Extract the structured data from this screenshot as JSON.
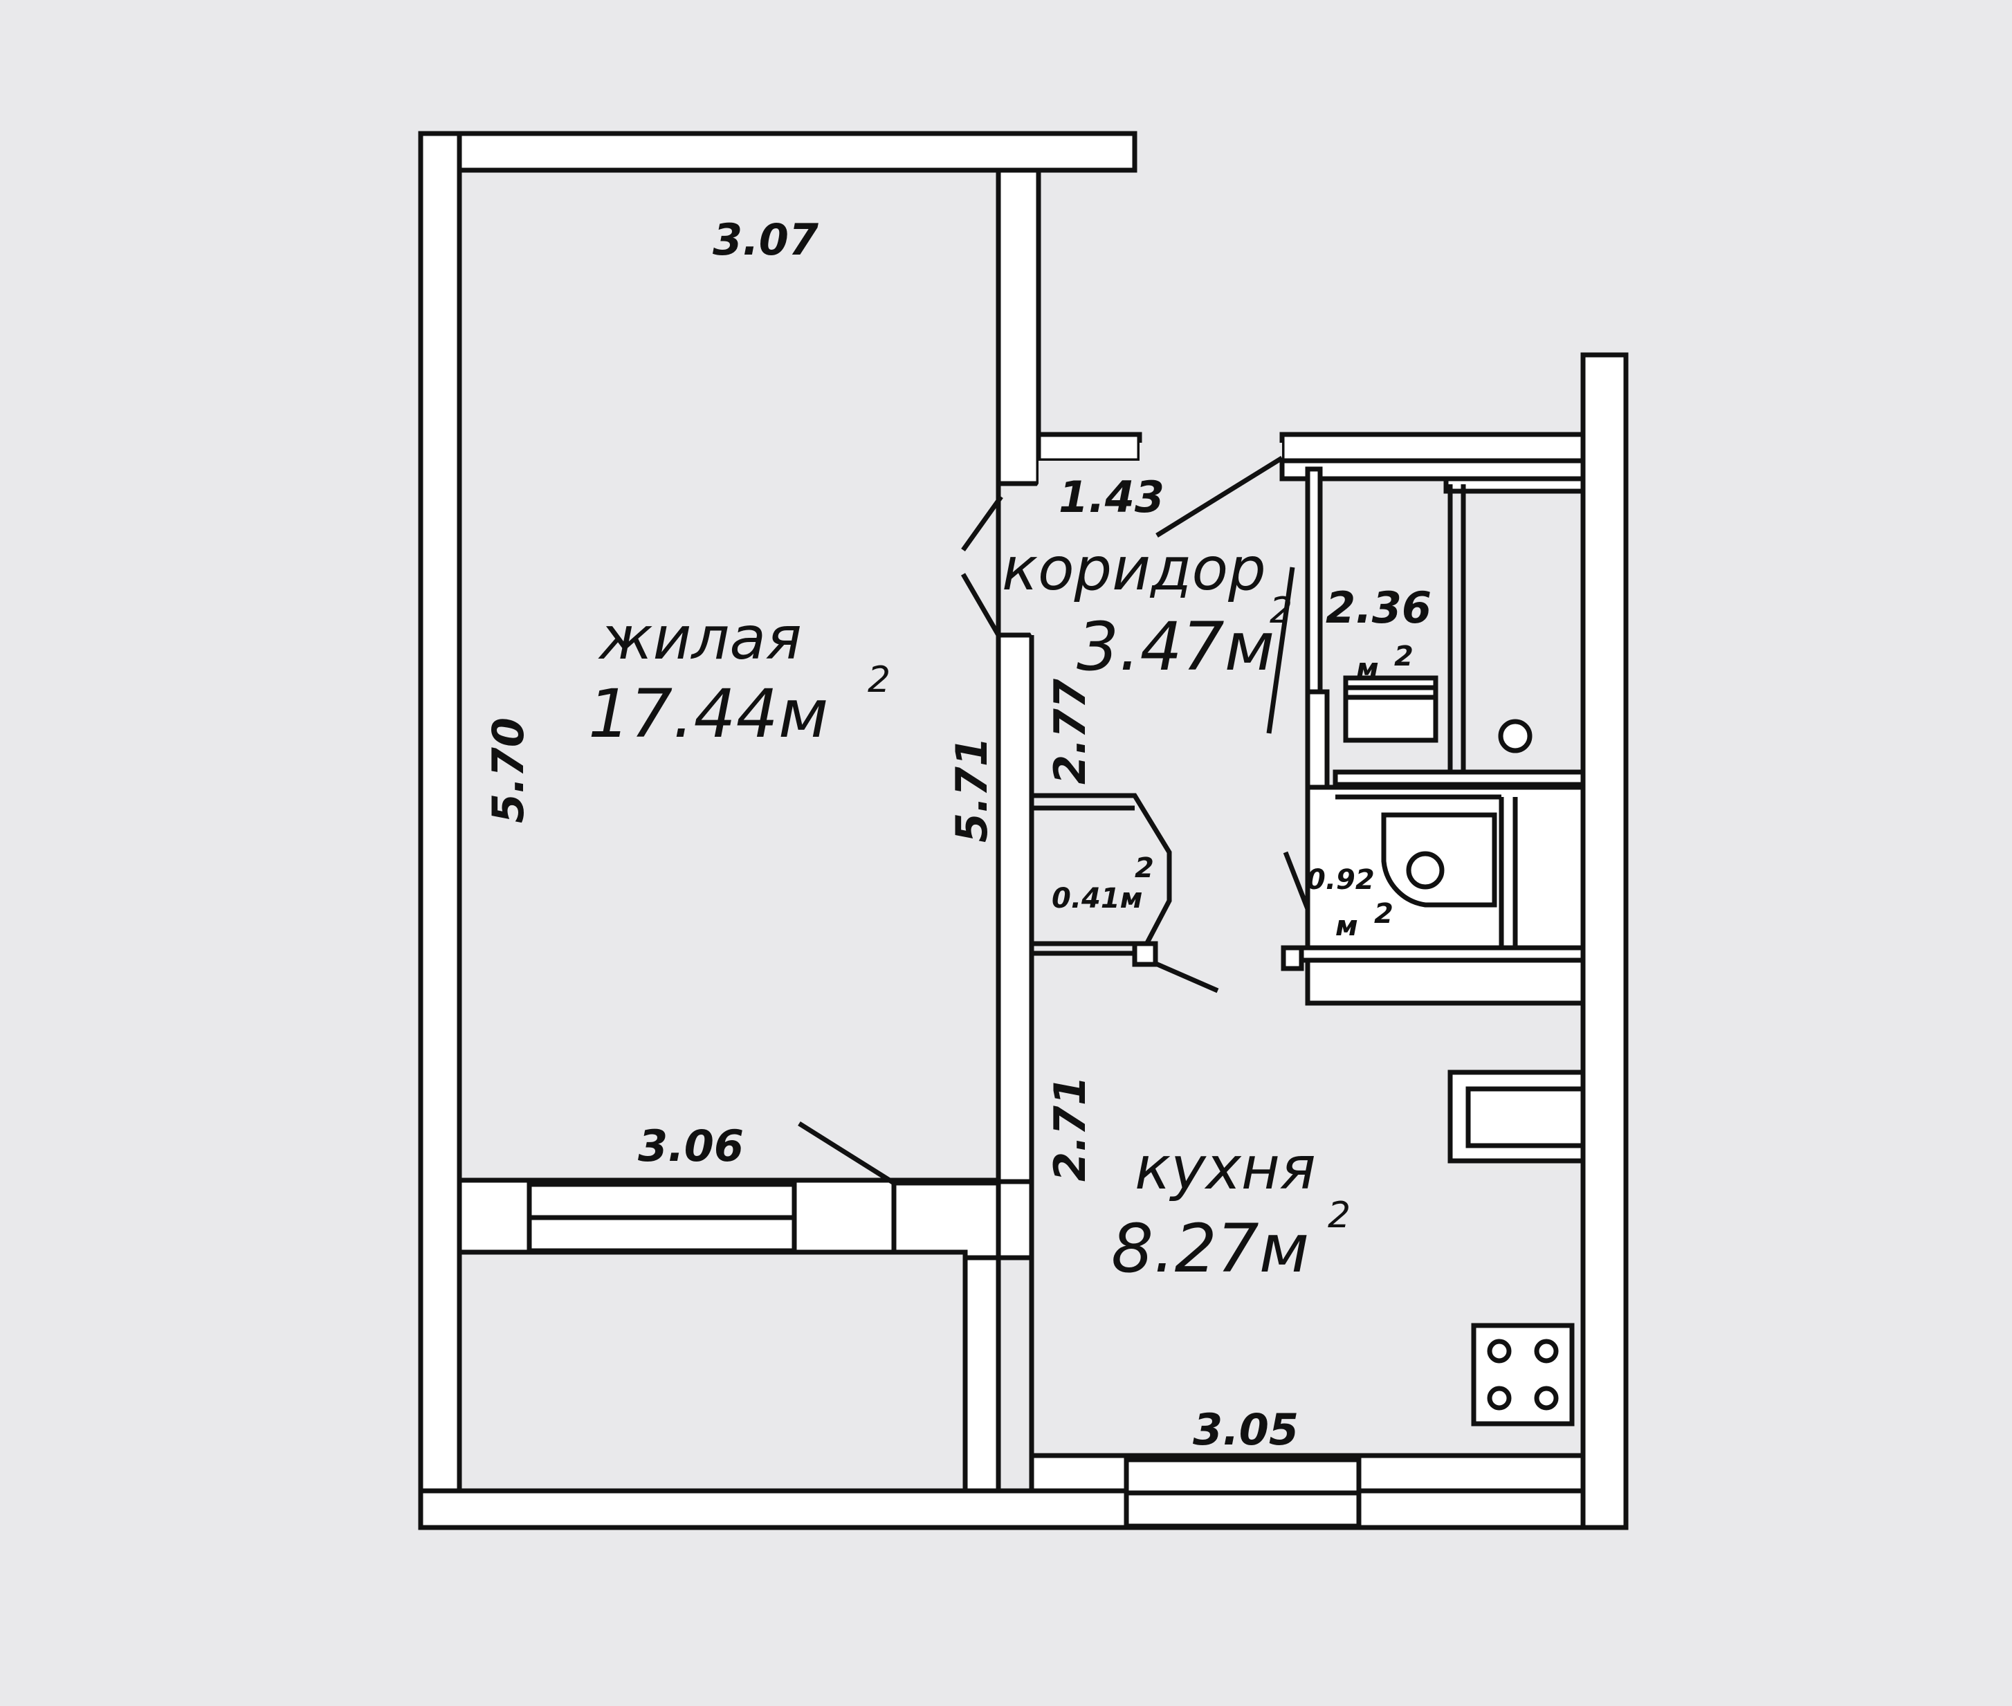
{
  "rooms": {
    "living": {
      "name": "жилая",
      "area": "17.44м",
      "sup": "2"
    },
    "corridor": {
      "name": "коридор",
      "area": "3.47м",
      "sup": "2"
    },
    "kitchen": {
      "name": "кухня",
      "area": "8.27м",
      "sup": "2"
    },
    "bathroom": {
      "area": "2.36",
      "unit": "м",
      "sup": "2"
    },
    "wc": {
      "area": "0.92",
      "unit": "м",
      "sup": "2"
    },
    "closet": {
      "area": "0.41м",
      "sup": "2"
    }
  },
  "dimensions": {
    "living_top": "3.07",
    "living_bottom": "3.06",
    "living_left": "5.70",
    "living_right": "5.71",
    "corridor_top": "1.43",
    "corridor_side": "2.77",
    "kitchen_side": "2.71",
    "kitchen_bottom": "3.05"
  },
  "colors": {
    "background": "#e9e9eb",
    "line": "#111111"
  }
}
